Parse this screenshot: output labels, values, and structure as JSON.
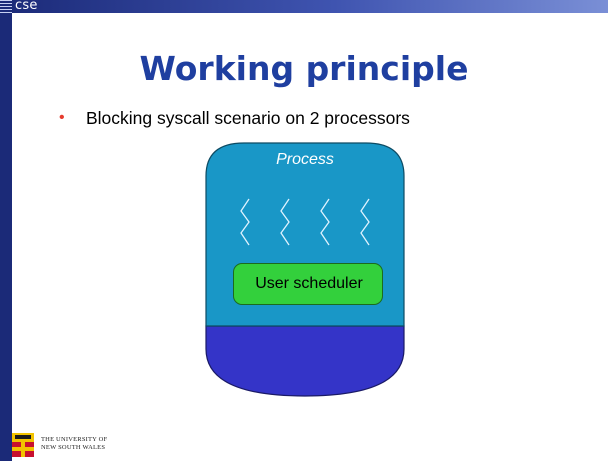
{
  "header": {
    "course_tag": "cse"
  },
  "slide": {
    "title": "Working principle",
    "bullets": [
      "Blocking syscall scenario on 2 processors"
    ]
  },
  "diagram": {
    "process_label": "Process",
    "scheduler_label": "User scheduler",
    "thread_count": 4,
    "colors": {
      "process_fill": "#1997c7",
      "kernel_fill": "#3434c8",
      "scheduler_fill": "#33d03c",
      "title": "#1f3fa0",
      "bullet": "#e63b2e"
    }
  },
  "footer": {
    "university_line1": "THE UNIVERSITY OF",
    "university_line2": "NEW SOUTH WALES"
  }
}
